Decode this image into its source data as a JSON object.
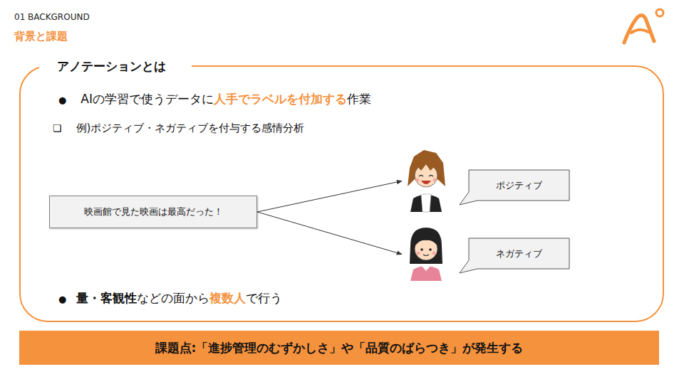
{
  "diagram": {
    "title": "背景と課題",
    "nodes": [
      {
        "text": [
          "アノテーションとは"
        ]
      },
      {
        "text": [
          "映画館で見た映画は最高だった！"
        ],
        "in": 0
      },
      {
        "text": [
          "ポジティブ"
        ],
        "in": 0
      },
      {
        "text": [
          "ネガティブ"
        ],
        "in": 0
      },
      {
        "text": [
          "課題点:「進捗管理のむずかしさ」や「品質のばらつき」が発生する"
        ]
      }
    ],
    "edges": [
      {
        "from": 1,
        "to": 2,
        "arrow": "to"
      },
      {
        "from": 1,
        "to": 3,
        "arrow": "to"
      }
    ],
    "labels": [
      "01 BACKGROUND",
      "●",
      "AIの学習で使うデータに",
      "人手でラベルを付加する",
      "作業",
      "❏",
      "例)ポジティブ・ネガティブを付与する感情分析",
      "●",
      "量・客観性",
      "などの面から",
      "複数人",
      "で行う"
    ]
  }
}
